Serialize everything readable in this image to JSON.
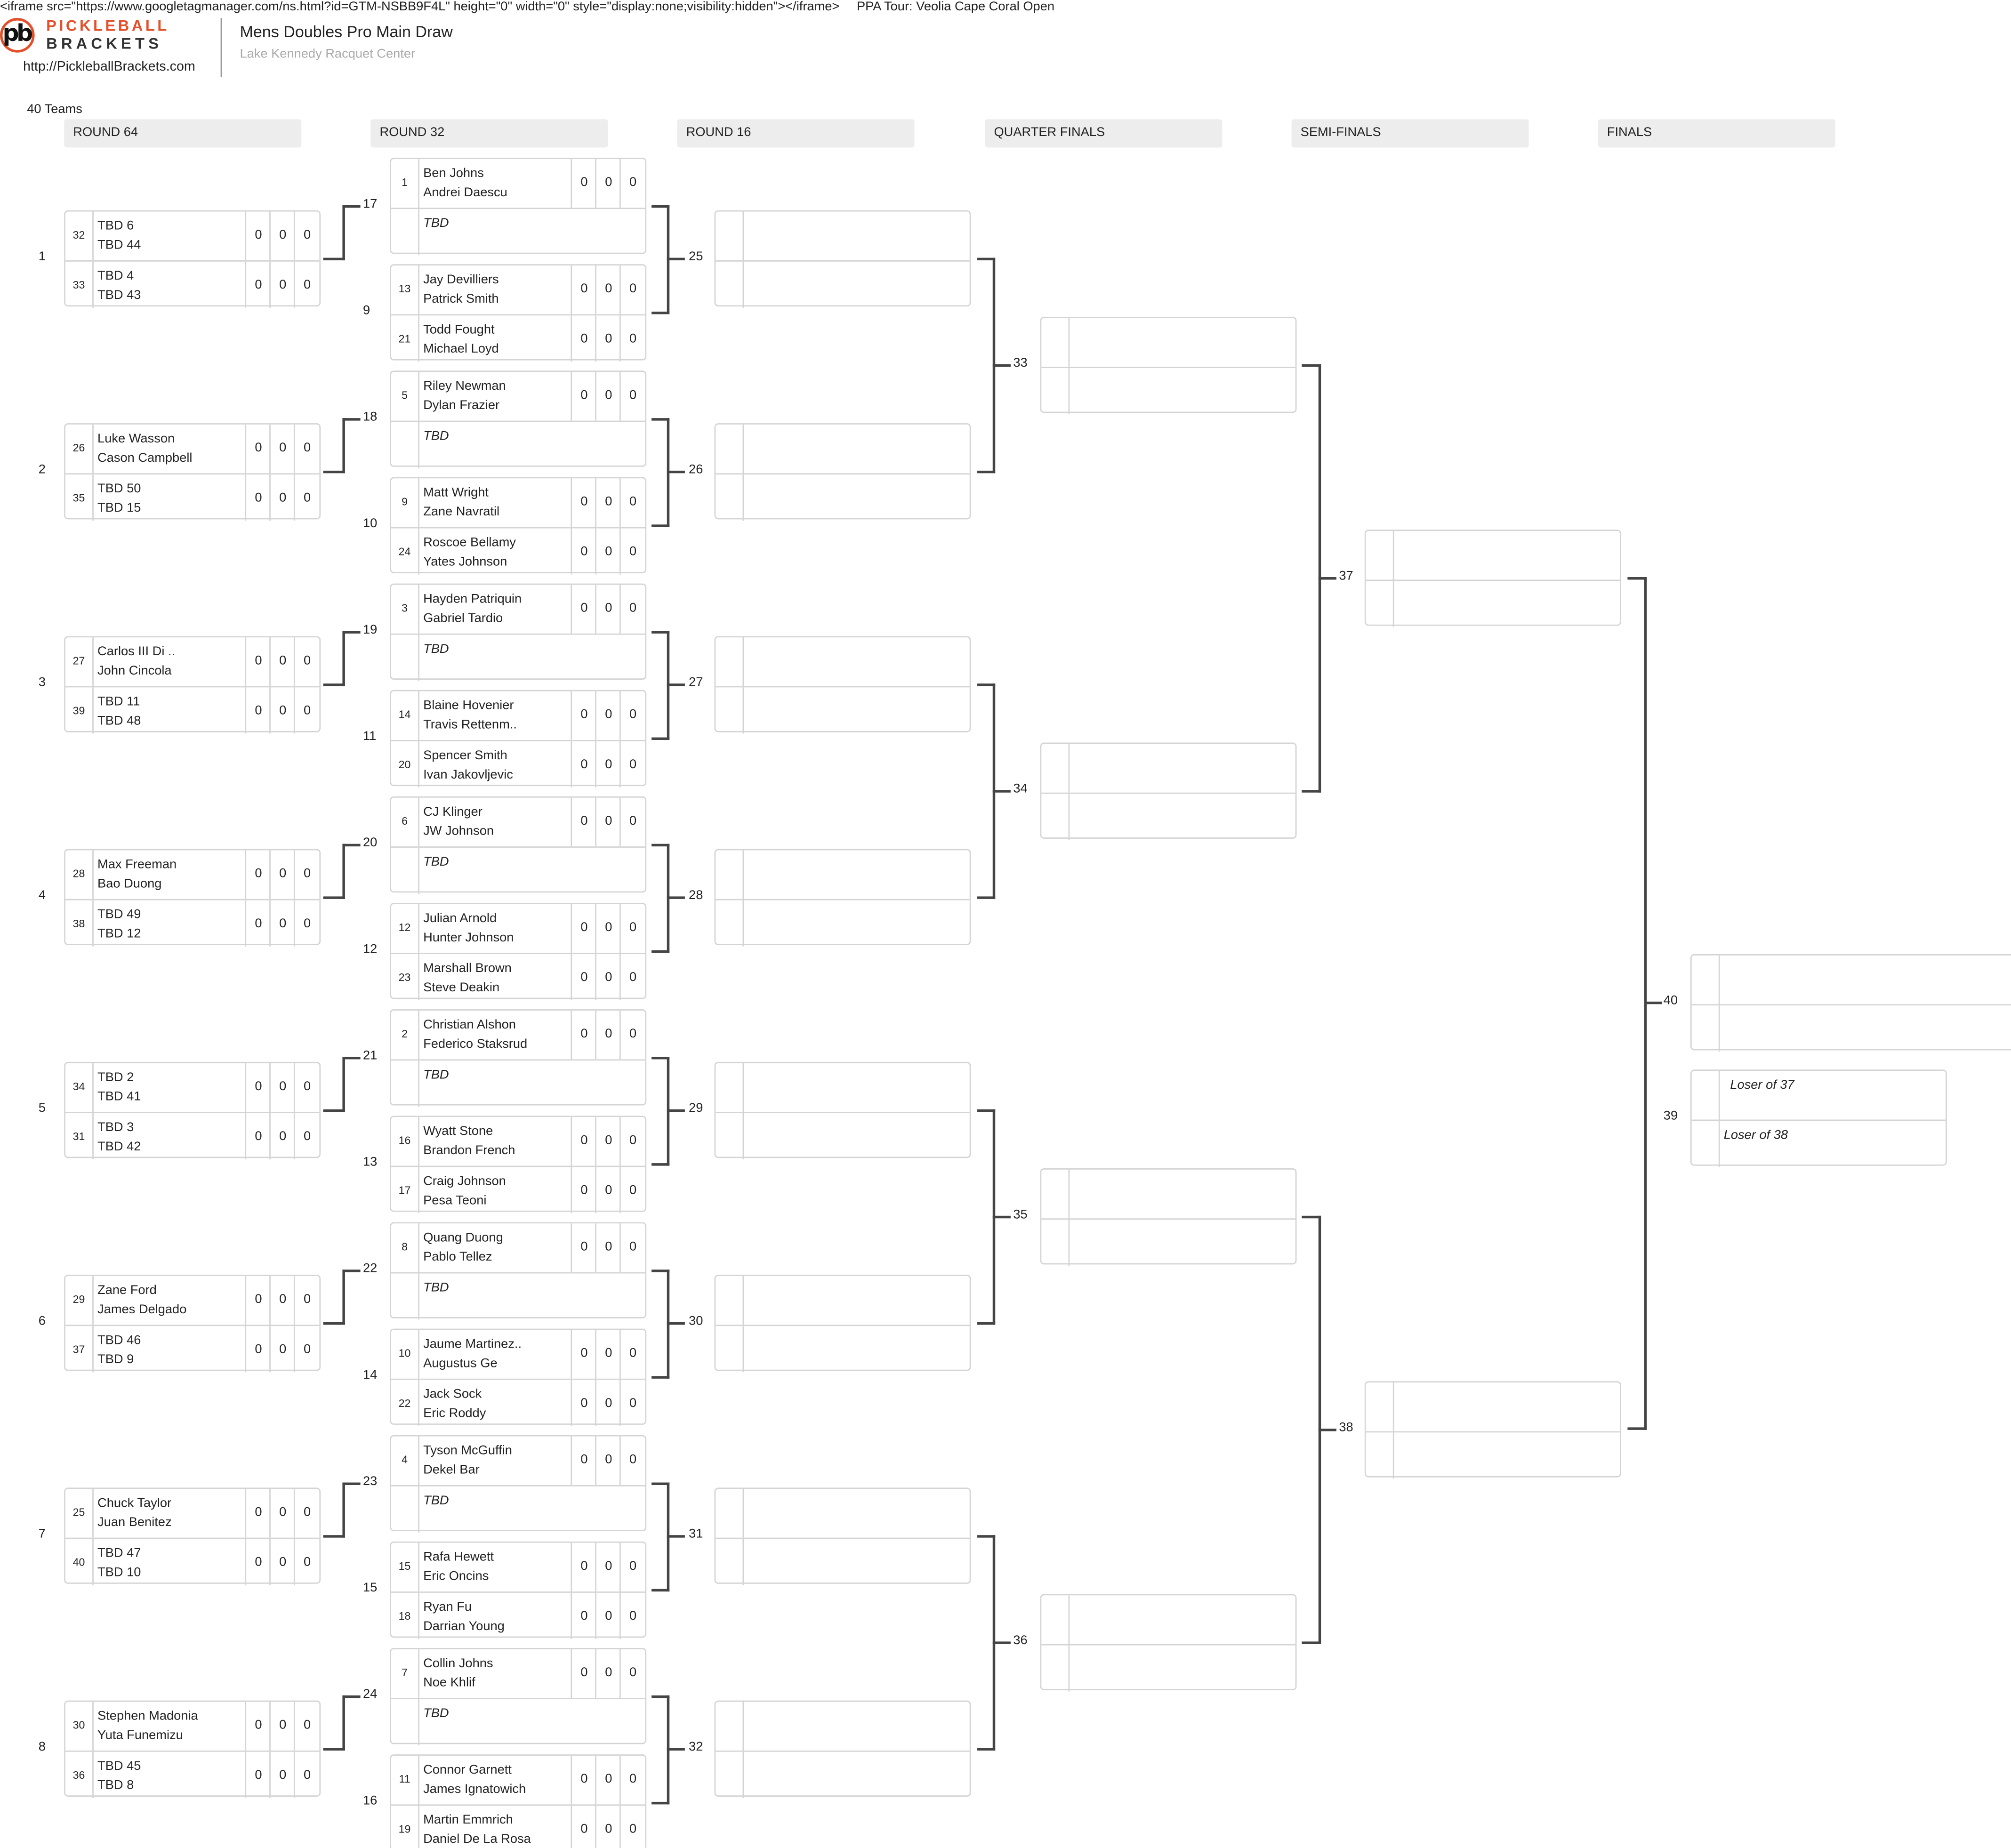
{
  "header": {
    "iframe_text": "<iframe src=\"https://www.googletagmanager.com/ns.html?id=GTM-NSBB9F4L\" height=\"0\" width=\"0\" style=\"display:none;visibility:hidden\"></iframe>",
    "event_name": "PPA Tour: Veolia Cape Coral Open",
    "logo_text_top": "PICKLEBALL",
    "logo_text_bottom": "BRACKETS",
    "logo_mark": "pb",
    "url": "http://PickleballBrackets.com",
    "title": "Mens Doubles Pro Main Draw",
    "venue": "Lake Kennedy Racquet Center",
    "teams_count": "40 Teams"
  },
  "colors": {
    "brand": "#e4502b",
    "header_bg": "#ededed",
    "border": "#d4d4d4",
    "connector": "#444444"
  },
  "rounds": [
    "ROUND 64",
    "ROUND 32",
    "ROUND 16",
    "QUARTER FINALS",
    "SEMI-FINALS",
    "FINALS"
  ],
  "round64": [
    {
      "num": "1",
      "teams": [
        {
          "seed": "32",
          "players": [
            "TBD 6",
            "TBD 44"
          ],
          "scores": [
            0,
            0,
            0
          ]
        },
        {
          "seed": "33",
          "players": [
            "TBD 4",
            "TBD 43"
          ],
          "scores": [
            0,
            0,
            0
          ]
        }
      ]
    },
    {
      "num": "2",
      "teams": [
        {
          "seed": "26",
          "players": [
            "Luke Wasson",
            "Cason Campbell"
          ],
          "scores": [
            0,
            0,
            0
          ]
        },
        {
          "seed": "35",
          "players": [
            "TBD 50",
            "TBD 15"
          ],
          "scores": [
            0,
            0,
            0
          ]
        }
      ]
    },
    {
      "num": "3",
      "teams": [
        {
          "seed": "27",
          "players": [
            "Carlos III Di ..",
            "John Cincola"
          ],
          "scores": [
            0,
            0,
            0
          ]
        },
        {
          "seed": "39",
          "players": [
            "TBD 11",
            "TBD 48"
          ],
          "scores": [
            0,
            0,
            0
          ]
        }
      ]
    },
    {
      "num": "4",
      "teams": [
        {
          "seed": "28",
          "players": [
            "Max Freeman",
            "Bao Duong"
          ],
          "scores": [
            0,
            0,
            0
          ]
        },
        {
          "seed": "38",
          "players": [
            "TBD 49",
            "TBD 12"
          ],
          "scores": [
            0,
            0,
            0
          ]
        }
      ]
    },
    {
      "num": "5",
      "teams": [
        {
          "seed": "34",
          "players": [
            "TBD 2",
            "TBD 41"
          ],
          "scores": [
            0,
            0,
            0
          ]
        },
        {
          "seed": "31",
          "players": [
            "TBD 3",
            "TBD 42"
          ],
          "scores": [
            0,
            0,
            0
          ]
        }
      ]
    },
    {
      "num": "6",
      "teams": [
        {
          "seed": "29",
          "players": [
            "Zane Ford",
            "James Delgado"
          ],
          "scores": [
            0,
            0,
            0
          ]
        },
        {
          "seed": "37",
          "players": [
            "TBD 46",
            "TBD 9"
          ],
          "scores": [
            0,
            0,
            0
          ]
        }
      ]
    },
    {
      "num": "7",
      "teams": [
        {
          "seed": "25",
          "players": [
            "Chuck Taylor",
            "Juan Benitez"
          ],
          "scores": [
            0,
            0,
            0
          ]
        },
        {
          "seed": "40",
          "players": [
            "TBD 47",
            "TBD 10"
          ],
          "scores": [
            0,
            0,
            0
          ]
        }
      ]
    },
    {
      "num": "8",
      "teams": [
        {
          "seed": "30",
          "players": [
            "Stephen Madonia",
            "Yuta Funemizu"
          ],
          "scores": [
            0,
            0,
            0
          ]
        },
        {
          "seed": "36",
          "players": [
            "TBD 45",
            "TBD 8"
          ],
          "scores": [
            0,
            0,
            0
          ]
        }
      ]
    }
  ],
  "round32": [
    {
      "num": "17",
      "teams": [
        {
          "seed": "1",
          "players": [
            "Ben Johns",
            "Andrei Daescu"
          ],
          "scores": [
            0,
            0,
            0
          ]
        },
        {
          "placeholder": "TBD"
        }
      ]
    },
    {
      "num": "9",
      "teams": [
        {
          "seed": "13",
          "players": [
            "Jay Devilliers",
            "Patrick Smith"
          ],
          "scores": [
            0,
            0,
            0
          ]
        },
        {
          "seed": "21",
          "players": [
            "Todd Fought",
            "Michael Loyd"
          ],
          "scores": [
            0,
            0,
            0
          ]
        }
      ]
    },
    {
      "num": "18",
      "teams": [
        {
          "seed": "5",
          "players": [
            "Riley Newman",
            "Dylan Frazier"
          ],
          "scores": [
            0,
            0,
            0
          ]
        },
        {
          "placeholder": "TBD"
        }
      ]
    },
    {
      "num": "10",
      "teams": [
        {
          "seed": "9",
          "players": [
            "Matt Wright",
            "Zane Navratil"
          ],
          "scores": [
            0,
            0,
            0
          ]
        },
        {
          "seed": "24",
          "players": [
            "Roscoe Bellamy",
            "Yates Johnson"
          ],
          "scores": [
            0,
            0,
            0
          ]
        }
      ]
    },
    {
      "num": "19",
      "teams": [
        {
          "seed": "3",
          "players": [
            "Hayden Patriquin",
            "Gabriel Tardio"
          ],
          "scores": [
            0,
            0,
            0
          ]
        },
        {
          "placeholder": "TBD"
        }
      ]
    },
    {
      "num": "11",
      "teams": [
        {
          "seed": "14",
          "players": [
            "Blaine Hovenier",
            "Travis Rettenm.."
          ],
          "scores": [
            0,
            0,
            0
          ]
        },
        {
          "seed": "20",
          "players": [
            "Spencer Smith",
            "Ivan Jakovljevic"
          ],
          "scores": [
            0,
            0,
            0
          ]
        }
      ]
    },
    {
      "num": "20",
      "teams": [
        {
          "seed": "6",
          "players": [
            "CJ Klinger",
            "JW Johnson"
          ],
          "scores": [
            0,
            0,
            0
          ]
        },
        {
          "placeholder": "TBD"
        }
      ]
    },
    {
      "num": "12",
      "teams": [
        {
          "seed": "12",
          "players": [
            "Julian Arnold",
            "Hunter Johnson"
          ],
          "scores": [
            0,
            0,
            0
          ]
        },
        {
          "seed": "23",
          "players": [
            "Marshall Brown",
            "Steve Deakin"
          ],
          "scores": [
            0,
            0,
            0
          ]
        }
      ]
    },
    {
      "num": "21",
      "teams": [
        {
          "seed": "2",
          "players": [
            "Christian Alshon",
            "Federico Staksrud"
          ],
          "scores": [
            0,
            0,
            0
          ]
        },
        {
          "placeholder": "TBD"
        }
      ]
    },
    {
      "num": "13",
      "teams": [
        {
          "seed": "16",
          "players": [
            "Wyatt Stone",
            "Brandon French"
          ],
          "scores": [
            0,
            0,
            0
          ]
        },
        {
          "seed": "17",
          "players": [
            "Craig Johnson",
            "Pesa Teoni"
          ],
          "scores": [
            0,
            0,
            0
          ]
        }
      ]
    },
    {
      "num": "22",
      "teams": [
        {
          "seed": "8",
          "players": [
            "Quang Duong",
            "Pablo Tellez"
          ],
          "scores": [
            0,
            0,
            0
          ]
        },
        {
          "placeholder": "TBD"
        }
      ]
    },
    {
      "num": "14",
      "teams": [
        {
          "seed": "10",
          "players": [
            "Jaume Martinez..",
            "Augustus Ge"
          ],
          "scores": [
            0,
            0,
            0
          ]
        },
        {
          "seed": "22",
          "players": [
            "Jack Sock",
            "Eric Roddy"
          ],
          "scores": [
            0,
            0,
            0
          ]
        }
      ]
    },
    {
      "num": "23",
      "teams": [
        {
          "seed": "4",
          "players": [
            "Tyson McGuffin",
            "Dekel Bar"
          ],
          "scores": [
            0,
            0,
            0
          ]
        },
        {
          "placeholder": "TBD"
        }
      ]
    },
    {
      "num": "15",
      "teams": [
        {
          "seed": "15",
          "players": [
            "Rafa Hewett",
            "Eric Oncins"
          ],
          "scores": [
            0,
            0,
            0
          ]
        },
        {
          "seed": "18",
          "players": [
            "Ryan Fu",
            "Darrian Young"
          ],
          "scores": [
            0,
            0,
            0
          ]
        }
      ]
    },
    {
      "num": "24",
      "teams": [
        {
          "seed": "7",
          "players": [
            "Collin Johns",
            "Noe Khlif"
          ],
          "scores": [
            0,
            0,
            0
          ]
        },
        {
          "placeholder": "TBD"
        }
      ]
    },
    {
      "num": "16",
      "teams": [
        {
          "seed": "11",
          "players": [
            "Connor Garnett",
            "James Ignatowich"
          ],
          "scores": [
            0,
            0,
            0
          ]
        },
        {
          "seed": "19",
          "players": [
            "Martin Emmrich",
            "Daniel De La Rosa"
          ],
          "scores": [
            0,
            0,
            0
          ]
        }
      ]
    }
  ],
  "round16": [
    {
      "num": "25"
    },
    {
      "num": "26"
    },
    {
      "num": "27"
    },
    {
      "num": "28"
    },
    {
      "num": "29"
    },
    {
      "num": "30"
    },
    {
      "num": "31"
    },
    {
      "num": "32"
    }
  ],
  "quarterfinals": [
    {
      "num": "33"
    },
    {
      "num": "34"
    },
    {
      "num": "35"
    },
    {
      "num": "36"
    }
  ],
  "semifinals": [
    {
      "num": "37"
    },
    {
      "num": "38"
    }
  ],
  "final": {
    "num": "40"
  },
  "third_place": {
    "num": "39",
    "placeholders": [
      "Loser of 37",
      "Loser of 38"
    ]
  }
}
